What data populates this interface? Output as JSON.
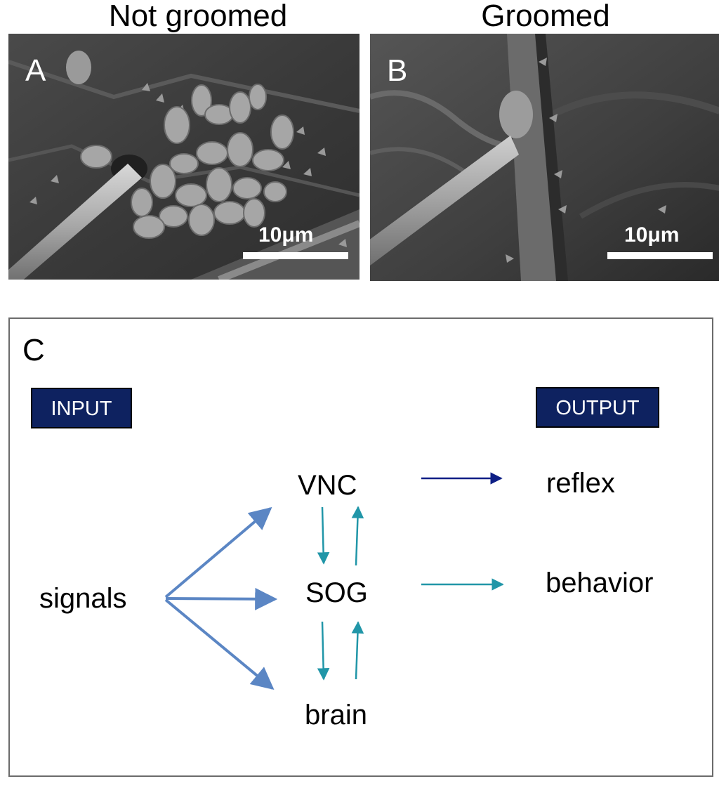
{
  "columns": {
    "left_title": "Not groomed",
    "right_title": "Groomed"
  },
  "panels": {
    "a": {
      "letter": "A",
      "scale_label": "10μm",
      "subject": "sensory hair covered with particles (scanning electron micrograph)"
    },
    "b": {
      "letter": "B",
      "scale_label": "10μm",
      "subject": "clean sensory hair (scanning electron micrograph)"
    }
  },
  "diagram": {
    "letter": "C",
    "input_label": "INPUT",
    "output_label": "OUTPUT",
    "nodes": {
      "signals": "signals",
      "vnc": "VNC",
      "sog": "SOG",
      "brain": "brain",
      "reflex": "reflex",
      "behavior": "behavior"
    },
    "colors": {
      "input_arrows": "#5b86c4",
      "internal_arrows": "#2196a8",
      "reflex_arrow": "#0e1f86",
      "tag_fill": "#0e2260"
    }
  }
}
